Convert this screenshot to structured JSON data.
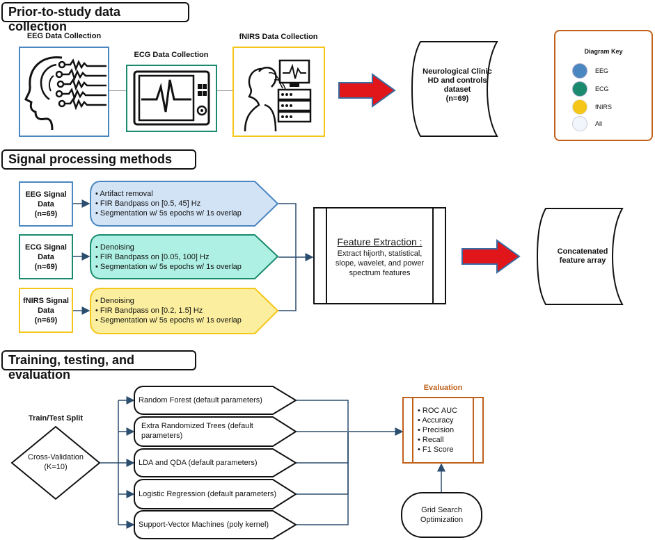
{
  "sections": {
    "collection": "Prior-to-study data collection",
    "processing": "Signal processing methods",
    "training": "Training, testing, and evaluation"
  },
  "collection": {
    "eeg_label": "EEG Data Collection",
    "ecg_label": "ECG Data Collection",
    "fnirs_label": "fNIRS Data Collection",
    "dataset_lines": [
      "Neurological Clinic",
      "HD and controls",
      "dataset",
      "(n=69)"
    ]
  },
  "key": {
    "title": "Diagram Key",
    "items": [
      {
        "label": "EEG",
        "color": "#4a86c0"
      },
      {
        "label": "ECG",
        "color": "#1a8a6e"
      },
      {
        "label": "fNIRS",
        "color": "#f5c518"
      },
      {
        "label": "All",
        "color": "#f0f6fb"
      }
    ]
  },
  "processing": {
    "signals": [
      {
        "lines": [
          "EEG Signal",
          "Data",
          "(n=69)"
        ],
        "color": "#4a86c0",
        "fill": "#d2e3f6",
        "steps": [
          "Artifact removal",
          "FIR Bandpass on [0.5, 45] Hz",
          "Segmentation w/ 5s epochs w/ 1s overlap"
        ]
      },
      {
        "lines": [
          "ECG Signal",
          "Data",
          "(n=69)"
        ],
        "color": "#1a8a6e",
        "fill": "#aef0e3",
        "steps": [
          "Denoising",
          "FIR Bandpass on [0.05, 100] Hz",
          "Segmentation w/ 5s epochs w/ 1s overlap"
        ]
      },
      {
        "lines": [
          "fNIRS Signal",
          "Data",
          "(n=69)"
        ],
        "color": "#f5c518",
        "fill": "#fbee9e",
        "steps": [
          "Denoising",
          "FIR Bandpass on [0.2, 1.5] Hz",
          "Segmentation w/ 5s epochs w/ 1s overlap"
        ]
      }
    ],
    "feature_title": "Feature Extraction :",
    "feature_lines": [
      "Extract hijorth, statistical,",
      "slope, wavelet, and power",
      "spectrum features"
    ],
    "concat_lines": [
      "Concatenated",
      "feature array"
    ]
  },
  "training": {
    "split_label": "Train/Test Split",
    "cv_lines": [
      "Cross-Validation",
      "(K=10)"
    ],
    "models": [
      [
        "Random Forest (default parameters)"
      ],
      [
        "Extra Randomized Trees (default",
        "parameters)"
      ],
      [
        "LDA and QDA (default parameters)"
      ],
      [
        "Logistic Regression (default parameters)"
      ],
      [
        "Support-Vector Machines (poly kernel)"
      ]
    ],
    "eval_title": "Evaluation",
    "metrics": [
      "ROC AUC",
      "Accuracy",
      "Precision",
      "Recall",
      "F1 Score"
    ],
    "grid_lines": [
      "Grid Search",
      "Optimization"
    ]
  },
  "colors": {
    "eeg": "#4a86c0",
    "ecg": "#1a8a6e",
    "fnirs": "#f5c518",
    "eval": "#c0601a",
    "arrow": "#e0161b",
    "connector": "#2b4d6e"
  }
}
